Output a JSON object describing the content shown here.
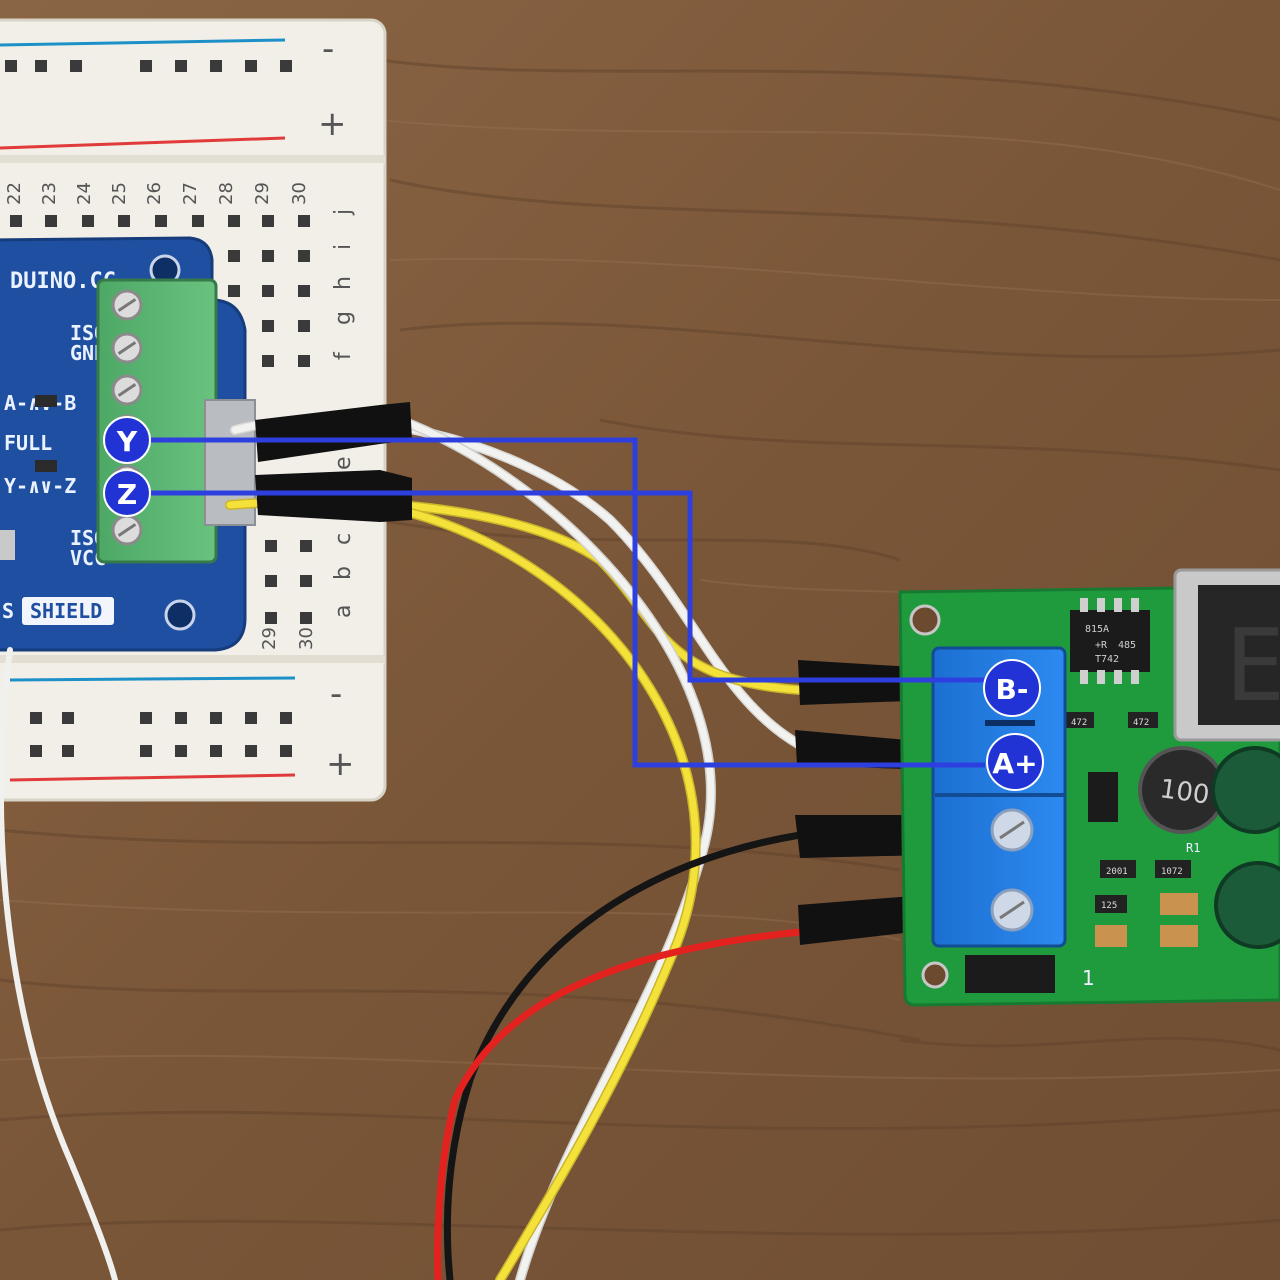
{
  "breadboard": {
    "rail_minus": "-",
    "rail_plus": "+",
    "row_numbers": [
      "22",
      "23",
      "24",
      "25",
      "26",
      "27",
      "28",
      "29",
      "30"
    ],
    "bottom_row_numbers": [
      "29",
      "30"
    ],
    "column_letters_top": [
      "j",
      "i",
      "h",
      "g",
      "f"
    ],
    "column_letters_bottom": [
      "e",
      "c",
      "b",
      "a"
    ]
  },
  "shield": {
    "site_text": "DUINO.CC",
    "brand_text": "SHIELD",
    "brand_prefix": "S",
    "labels": [
      "ISO",
      "GND",
      "A-∧∨-B",
      "FULL",
      "Y-∧∨-Z",
      "ISO",
      "VCC"
    ]
  },
  "callouts": {
    "y_label": "Y",
    "z_label": "Z",
    "b_label": "B-",
    "a_label": "A+",
    "line_color": "#2e3fe0",
    "badge_color": "#2233d6"
  },
  "module": {
    "chip_text": [
      "485",
      "815A",
      "+R",
      "T742"
    ],
    "inductor_text": "100",
    "resistor_labels": [
      "472",
      "472",
      "R1",
      "2001",
      "1072",
      "125",
      "1"
    ],
    "display_digit": "E"
  },
  "wires": {
    "white": "#f2f2f0",
    "yellow": "#f4e13a",
    "black": "#151515",
    "red": "#e3221f"
  }
}
